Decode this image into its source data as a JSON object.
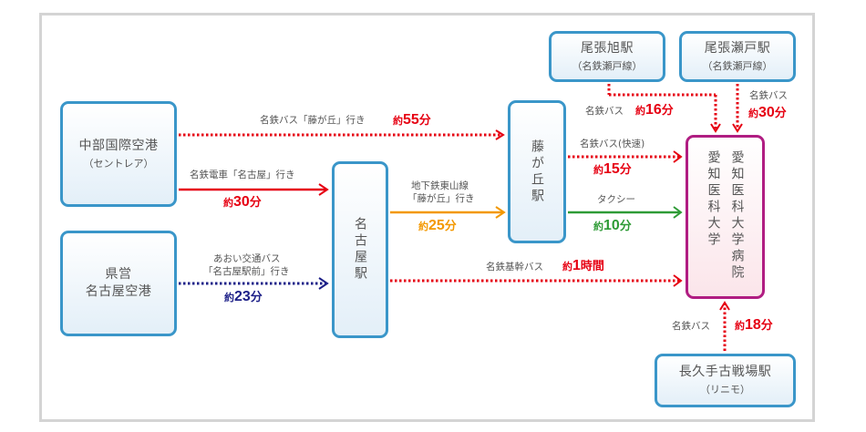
{
  "colors": {
    "red": "#e60012",
    "orange": "#f39800",
    "green": "#2e9b36",
    "navy": "#1d2088",
    "box_border": "#3a96c9",
    "hospital_border": "#b01d82",
    "frame": "#d4d4d4"
  },
  "nodes": {
    "centrair": {
      "name": "中部国際空港",
      "sub": "（セントレア）"
    },
    "komaki": {
      "name_line1": "県営",
      "name_line2": "名古屋空港"
    },
    "nagoya": {
      "name": "名古屋駅"
    },
    "fujigaoka": {
      "name": "藤が丘駅"
    },
    "hospital": {
      "col1": "愛知医科大学病院",
      "col2": "愛知医科大学"
    },
    "owariasahi": {
      "name": "尾張旭駅",
      "sub": "（名鉄瀬戸線）"
    },
    "owariseto": {
      "name": "尾張瀬戸駅",
      "sub": "（名鉄瀬戸線）"
    },
    "nagakute": {
      "name": "長久手古戦場駅",
      "sub": "（リニモ）"
    }
  },
  "routes": {
    "centrair_fujigaoka": {
      "label": "名鉄バス「藤が丘」行き",
      "pre": "約",
      "num": "55",
      "unit": "分",
      "style": "dotted",
      "color": "red"
    },
    "centrair_nagoya": {
      "label": "名鉄電車「名古屋」行き",
      "pre": "約",
      "num": "30",
      "unit": "分",
      "style": "solid",
      "color": "red"
    },
    "komaki_nagoya": {
      "label1": "あおい交通バス",
      "label2": "「名古屋駅前」行き",
      "pre": "約",
      "num": "23",
      "unit": "分",
      "style": "dotted",
      "color": "navy"
    },
    "nagoya_fujigaoka": {
      "label1": "地下鉄東山線",
      "label2": "「藤が丘」行き",
      "pre": "約",
      "num": "25",
      "unit": "分",
      "style": "solid",
      "color": "orange"
    },
    "nagoya_hospital": {
      "label": "名鉄基幹バス",
      "pre": "約",
      "num": "1",
      "unit": "時間",
      "style": "dotted",
      "color": "red"
    },
    "fujigaoka_hospital_bus": {
      "label": "名鉄バス(快速)",
      "pre": "約",
      "num": "15",
      "unit": "分",
      "style": "dotted",
      "color": "red"
    },
    "fujigaoka_hospital_taxi": {
      "label": "タクシー",
      "pre": "約",
      "num": "10",
      "unit": "分",
      "style": "solid",
      "color": "green"
    },
    "owariasahi_hospital": {
      "label": "名鉄バス",
      "pre": "約",
      "num": "16",
      "unit": "分",
      "style": "dotted",
      "color": "red"
    },
    "owariseto_hospital": {
      "label": "名鉄バス",
      "pre": "約",
      "num": "30",
      "unit": "分",
      "style": "dotted",
      "color": "red"
    },
    "nagakute_hospital": {
      "label": "名鉄バス",
      "pre": "約",
      "num": "18",
      "unit": "分",
      "style": "dotted",
      "color": "red"
    }
  }
}
